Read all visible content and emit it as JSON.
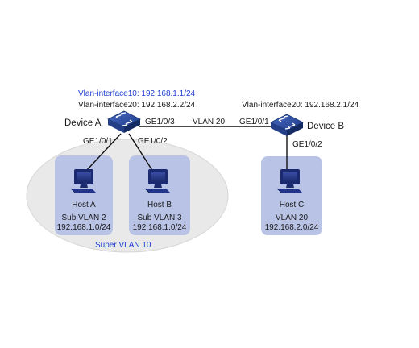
{
  "devices": {
    "a": {
      "name": "Device A"
    },
    "b": {
      "name": "Device B"
    }
  },
  "interfaces": {
    "a_vlanif10": "Vlan-interface10: 192.168.1.1/24",
    "a_vlanif20": "Vlan-interface20: 192.168.2.2/24",
    "b_vlanif20": "Vlan-interface20: 192.168.2.1/24"
  },
  "ports": {
    "a_ge103": "GE1/0/3",
    "a_ge101": "GE1/0/1",
    "a_ge102": "GE1/0/2",
    "b_ge101": "GE1/0/1",
    "b_ge102": "GE1/0/2"
  },
  "link_label": "VLAN 20",
  "hosts": [
    {
      "name": "Host A",
      "vlan": "Sub VLAN 2",
      "subnet": "192.168.1.0/24"
    },
    {
      "name": "Host B",
      "vlan": "Sub VLAN 3",
      "subnet": "192.168.1.0/24"
    },
    {
      "name": "Host C",
      "vlan": "VLAN 20",
      "subnet": "192.168.2.0/24"
    }
  ],
  "super_vlan_label": "Super VLAN 10",
  "colors": {
    "super_vlan_fill": "#e9e9e9",
    "host_box_fill": "#b9c3e6",
    "switch_fill": "#2b4a9a",
    "accent_text": "#1f3fd1"
  }
}
